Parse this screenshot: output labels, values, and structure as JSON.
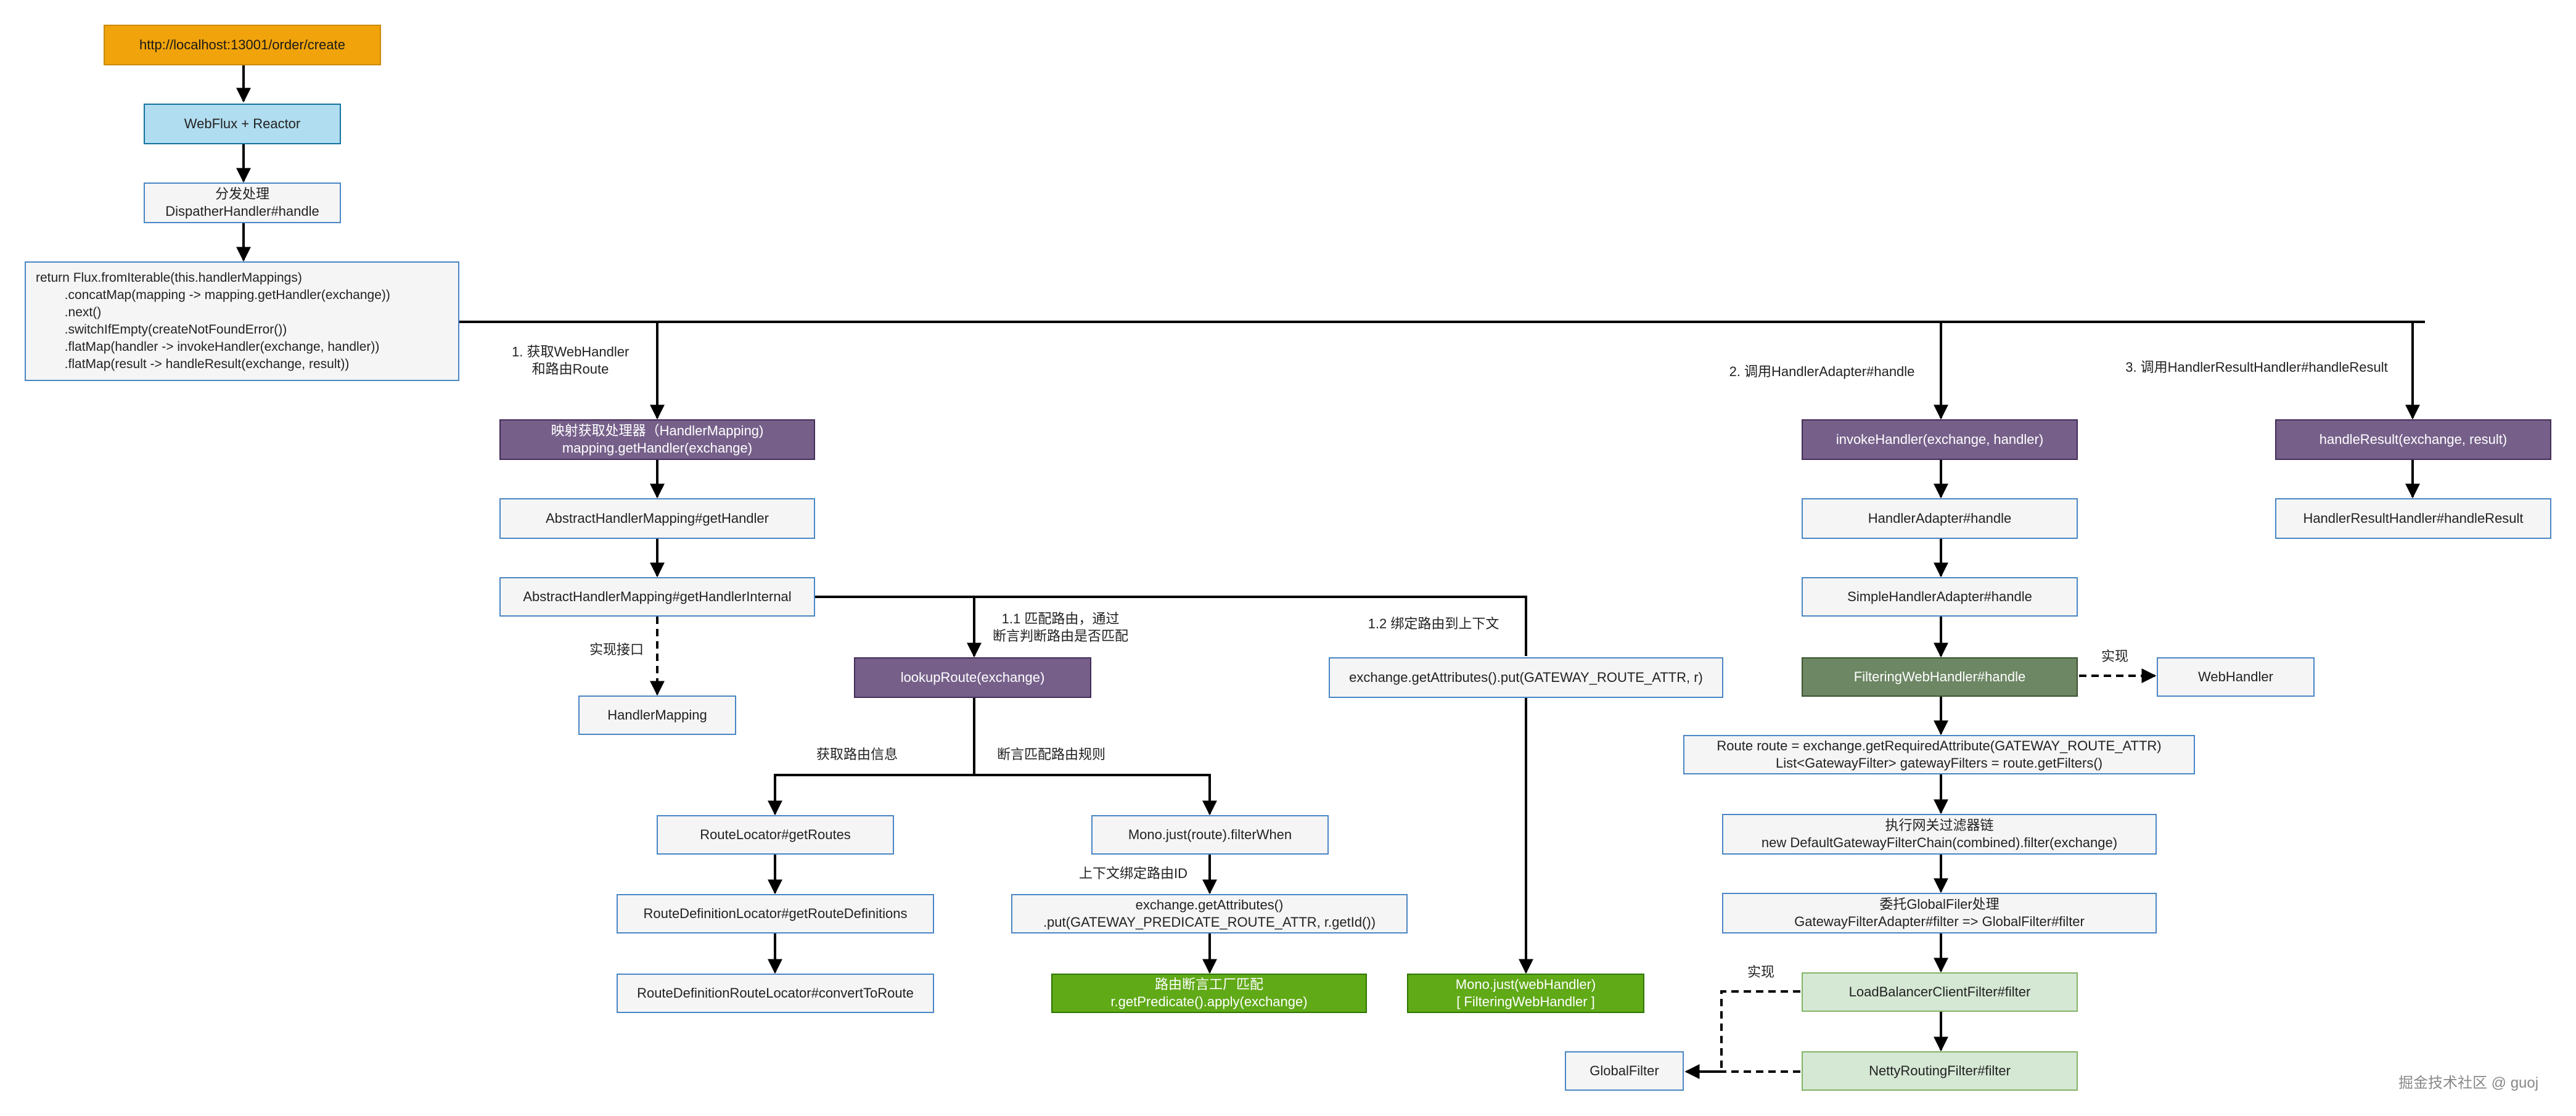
{
  "nodes": {
    "url": "http://localhost:13001/order/create",
    "webflux": "WebFlux + Reactor",
    "dispatcher_l1": "分发处理",
    "dispatcher_l2": "DispatherHandler#handle",
    "code_lines": [
      "return Flux.fromIterable(this.handlerMappings)",
      "        .concatMap(mapping -> mapping.getHandler(exchange))",
      "        .next()",
      "        .switchIfEmpty(createNotFoundError())",
      "        .flatMap(handler -> invokeHandler(exchange, handler))",
      "        .flatMap(result -> handleResult(exchange, result))"
    ],
    "mapping_l1": "映射获取处理器（HandlerMapping)",
    "mapping_l2": "mapping.getHandler(exchange)",
    "abstract_get_handler": "AbstractHandlerMapping#getHandler",
    "abstract_get_handler_internal": "AbstractHandlerMapping#getHandlerInternal",
    "handler_mapping": "HandlerMapping",
    "lookup_route": "lookupRoute(exchange)",
    "route_locator": "RouteLocator#getRoutes",
    "route_definition_locator": "RouteDefinitionLocator#getRouteDefinitions",
    "route_definition_route_locator": "RouteDefinitionRouteLocator#convertToRoute",
    "mono_filter_when": "Mono.just(route).filterWhen",
    "exchange_attr_l1": "exchange.getAttributes()",
    "exchange_attr_l2": ".put(GATEWAY_PREDICATE_ROUTE_ATTR, r.getId())",
    "predicate_l1": "路由断言工厂匹配",
    "predicate_l2": "r.getPredicate().apply(exchange)",
    "exchange_put_route": "exchange.getAttributes().put(GATEWAY_ROUTE_ATTR, r)",
    "mono_web_handler_l1": "Mono.just(webHandler)",
    "mono_web_handler_l2": "[ FilteringWebHandler ]",
    "invoke_handler": "invokeHandler(exchange, handler)",
    "handler_adapter": "HandlerAdapter#handle",
    "simple_handler_adapter": "SimpleHandlerAdapter#handle",
    "filtering_web_handler": "FilteringWebHandler#handle",
    "web_handler": "WebHandler",
    "route_route_l1": "Route route = exchange.getRequiredAttribute(GATEWAY_ROUTE_ATTR)",
    "route_route_l2": "List<GatewayFilter> gatewayFilters = route.getFilters()",
    "filter_chain_l1": "执行网关过滤器链",
    "filter_chain_l2": "new DefaultGatewayFilterChain(combined).filter(exchange)",
    "global_filter_l1": "委托GlobalFiler处理",
    "global_filter_l2": "GatewayFilterAdapter#filter => GlobalFilter#filter",
    "load_balancer": "LoadBalancerClientFilter#filter",
    "netty_routing": "NettyRoutingFilter#filter",
    "global_filter": "GlobalFilter",
    "handle_result": "handleResult(exchange, result)",
    "handler_result_handler": "HandlerResultHandler#handleResult"
  },
  "labels": {
    "get_web_handler": "1. 获取WebHandler\n和路由Route",
    "invoke_handler_adapter": "2. 调用HandlerAdapter#handle",
    "invoke_result_handler": "3. 调用HandlerResultHandler#handleResult",
    "impl_interface": "实现接口",
    "match_route": "1.1 匹配路由，通过\n断言判断路由是否匹配",
    "bind_route": "1.2 绑定路由到上下文",
    "get_route_info": "获取路由信息",
    "predicate_match_rule": "断言匹配路由规则",
    "ctx_bind_route_id": "上下文绑定路由ID",
    "impl_web_handler": "实现",
    "impl_global_filter": "实现"
  },
  "watermark": "掘金技术社区 @ guoj",
  "colors": {
    "orange": "#f0a30a",
    "light_blue": "#b1ddf0",
    "purple": "#76608a",
    "green": "#60a917",
    "dark_green": "#6d8764",
    "mint": "#d5e8d4",
    "border_blue": "#4a86c5"
  }
}
